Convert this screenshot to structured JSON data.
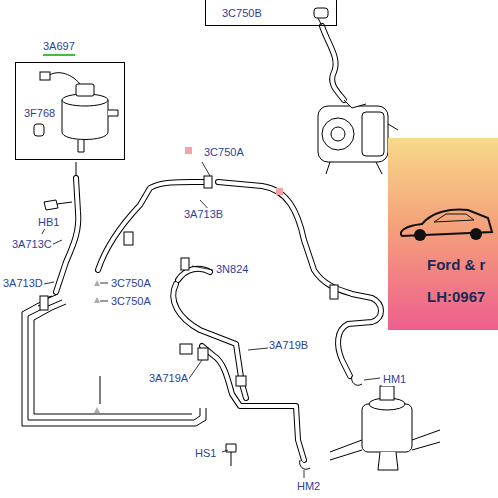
{
  "diagram": {
    "nodes": [
      {
        "text": [
          "3C750B"
        ]
      },
      {
        "text": [
          "3A697",
          "3F768"
        ]
      },
      {
        "text": [
          "Ford & r",
          "LH:0967"
        ]
      }
    ],
    "labels": [
      "3C750A",
      "3A713B",
      "HB1",
      "3A713C",
      "3A713D",
      "3C750A",
      "3C750A",
      "3N824",
      "3A719B",
      "3A719A",
      "HM1",
      "HS1",
      "HM2"
    ]
  }
}
